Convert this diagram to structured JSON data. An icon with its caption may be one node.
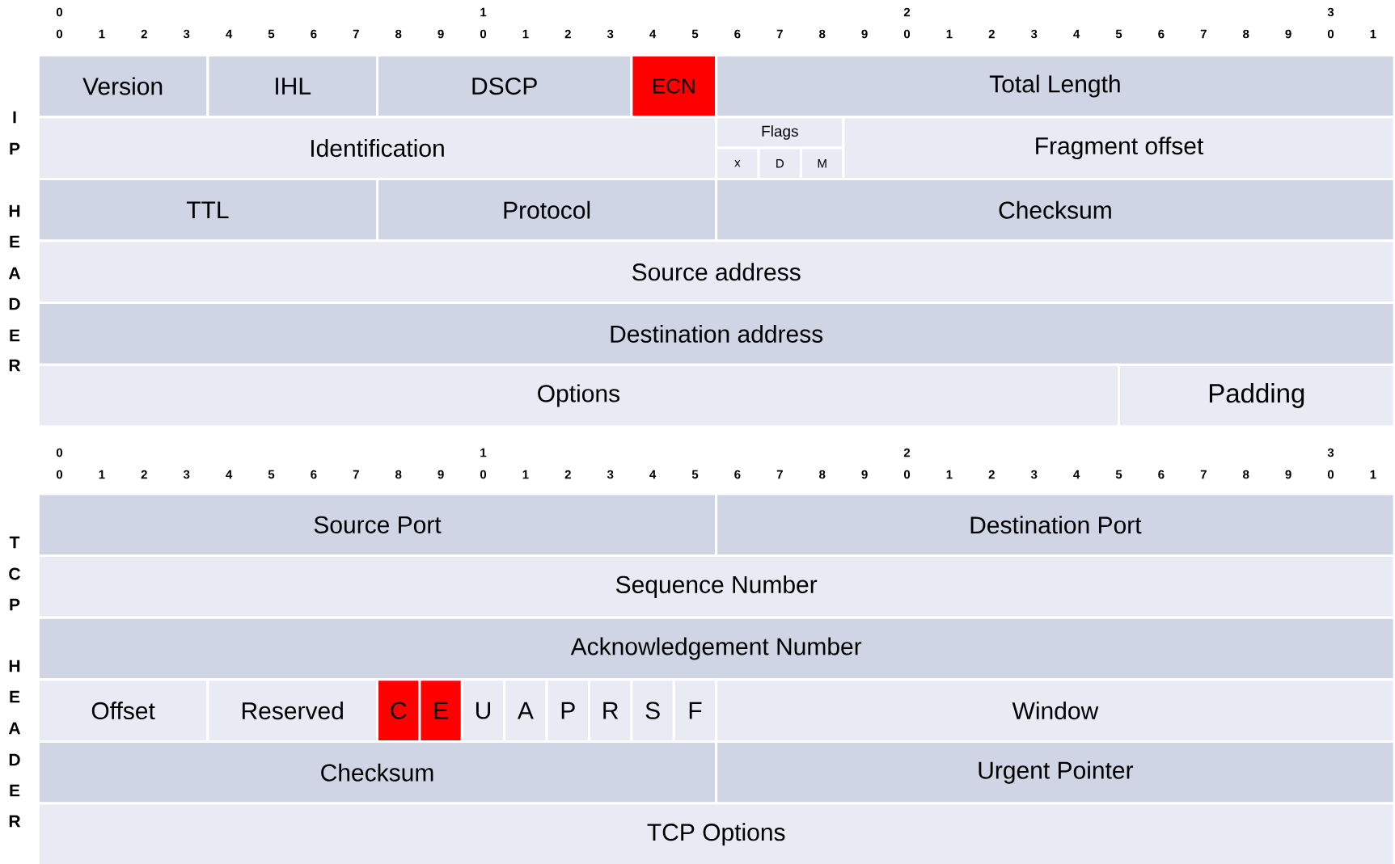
{
  "diagram": {
    "nodes": [
      {
        "text": [
          "Version"
        ]
      },
      {
        "text": [
          "IHL"
        ]
      },
      {
        "text": [
          "DSCP"
        ]
      },
      {
        "text": [
          "ECN"
        ]
      },
      {
        "text": [
          "Total Length"
        ]
      },
      {
        "text": [
          "Identification"
        ]
      },
      {
        "text": [
          "Flags"
        ]
      },
      {
        "text": [
          "x"
        ]
      },
      {
        "text": [
          "D"
        ]
      },
      {
        "text": [
          "M"
        ]
      },
      {
        "text": [
          "Fragment offset"
        ]
      },
      {
        "text": [
          "TTL"
        ]
      },
      {
        "text": [
          "Protocol"
        ]
      },
      {
        "text": [
          "Checksum"
        ]
      },
      {
        "text": [
          "Source address"
        ]
      },
      {
        "text": [
          "Destination address"
        ]
      },
      {
        "text": [
          "Options"
        ]
      },
      {
        "text": [
          "Padding"
        ]
      },
      {
        "text": [
          "Source Port"
        ]
      },
      {
        "text": [
          "Destination Port"
        ]
      },
      {
        "text": [
          "Sequence Number"
        ]
      },
      {
        "text": [
          "Acknowledgement Number"
        ]
      },
      {
        "text": [
          "Offset"
        ]
      },
      {
        "text": [
          "Reserved"
        ]
      },
      {
        "text": [
          "C"
        ]
      },
      {
        "text": [
          "E"
        ]
      },
      {
        "text": [
          "U"
        ]
      },
      {
        "text": [
          "A"
        ]
      },
      {
        "text": [
          "P"
        ]
      },
      {
        "text": [
          "R"
        ]
      },
      {
        "text": [
          "S"
        ]
      },
      {
        "text": [
          "F"
        ]
      },
      {
        "text": [
          "Window"
        ]
      },
      {
        "text": [
          "Checksum"
        ]
      },
      {
        "text": [
          "Urgent Pointer"
        ]
      },
      {
        "text": [
          "TCP Options"
        ]
      }
    ],
    "labels": [
      "0",
      "1",
      "2",
      "3",
      "0",
      "1",
      "2",
      "3",
      "4",
      "5",
      "6",
      "7",
      "8",
      "9",
      "0",
      "1",
      "2",
      "3",
      "4",
      "5",
      "6",
      "7",
      "8",
      "9",
      "0",
      "1",
      "2",
      "3",
      "4",
      "5",
      "6",
      "7",
      "8",
      "9",
      "0",
      "1",
      "I",
      "P",
      "H",
      "E",
      "A",
      "D",
      "E",
      "R",
      "0",
      "1",
      "2",
      "3",
      "0",
      "1",
      "2",
      "3",
      "4",
      "5",
      "6",
      "7",
      "8",
      "9",
      "0",
      "1",
      "2",
      "3",
      "4",
      "5",
      "6",
      "7",
      "8",
      "9",
      "0",
      "1",
      "2",
      "3",
      "4",
      "5",
      "6",
      "7",
      "8",
      "9",
      "0",
      "1",
      "T",
      "C",
      "P",
      "H",
      "E",
      "A",
      "D",
      "E",
      "R"
    ]
  }
}
